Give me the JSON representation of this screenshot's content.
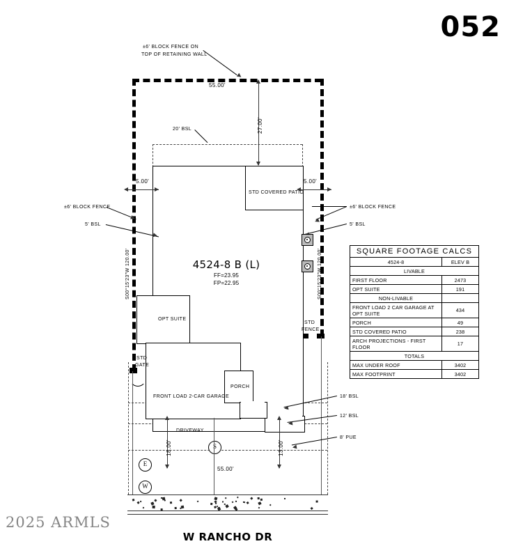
{
  "page_number": "052",
  "watermark": "2025 ARMLS",
  "street": {
    "name": "W RANCHO DR"
  },
  "plan": {
    "title": "4524-8 B (L)",
    "finished_floor": "FF=23.95",
    "finished_pad": "FP=22.95"
  },
  "labels": {
    "block_fence_retaining": "±6' BLOCK FENCE ON\nTOP OF RETAINING WALL",
    "block_fence_retaining_l1": "±6' BLOCK FENCE ON",
    "block_fence_retaining_l2": "TOP OF RETAINING WALL",
    "block_fence_left": "±6' BLOCK FENCE",
    "block_fence_right": "±6' BLOCK FENCE",
    "bsl_left": "5' BSL",
    "bsl_right": "5' BSL",
    "bsl_rear": "20' BSL",
    "bsl_18": "18' BSL",
    "bsl_12": "12' BSL",
    "pue_8": "8' PUE",
    "std_gate_l1": "STD",
    "std_gate_l2": "GATE",
    "std_fence_l1": "STD",
    "std_fence_l2": "FENCE",
    "covered_patio": "STD COVERED PATIO",
    "opt_suite": "OPT SUITE",
    "garage": "FRONT LOAD 2-CAR GARAGE",
    "porch": "PORCH",
    "driveway": "DRIVEWAY",
    "bearing_left": "S00°15'23\"W 120.00'",
    "bearing_right": "S00°15'23\"W 120.00'"
  },
  "dimensions": {
    "top_width": "55.00'",
    "rear_setback": "27.00'",
    "left_setback": "5.00'",
    "right_setback": "5.00'",
    "driveway_depth": "18.00'",
    "right_front": "13.00'",
    "bottom_width": "55.00'"
  },
  "utility_markers": [
    {
      "name": "electric",
      "glyph": "E"
    },
    {
      "name": "sewer",
      "glyph": "S"
    },
    {
      "name": "water",
      "glyph": "W"
    }
  ],
  "sqft_table": {
    "title": "SQUARE FOOTAGE CALCS",
    "plan_code": "4524-8",
    "elevation": "ELEV B",
    "sections": [
      {
        "heading": "LIVABLE",
        "rows": [
          {
            "label": "FIRST FLOOR",
            "value": "2473"
          },
          {
            "label": "OPT SUITE",
            "value": "191"
          }
        ]
      },
      {
        "heading": "NON-LIVABLE",
        "rows": [
          {
            "label": "FRONT LOAD 2 CAR GARAGE AT OPT SUITE",
            "value": "434"
          },
          {
            "label": "PORCH",
            "value": "49"
          },
          {
            "label": "STD COVERED PATIO",
            "value": "238"
          },
          {
            "label": "ARCH PROJECTIONS - FIRST FLOOR",
            "value": "17"
          }
        ]
      },
      {
        "heading": "TOTALS",
        "rows": [
          {
            "label": "MAX UNDER ROOF",
            "value": "3402"
          },
          {
            "label": "MAX FOOTPRINT",
            "value": "3402"
          }
        ]
      }
    ]
  }
}
